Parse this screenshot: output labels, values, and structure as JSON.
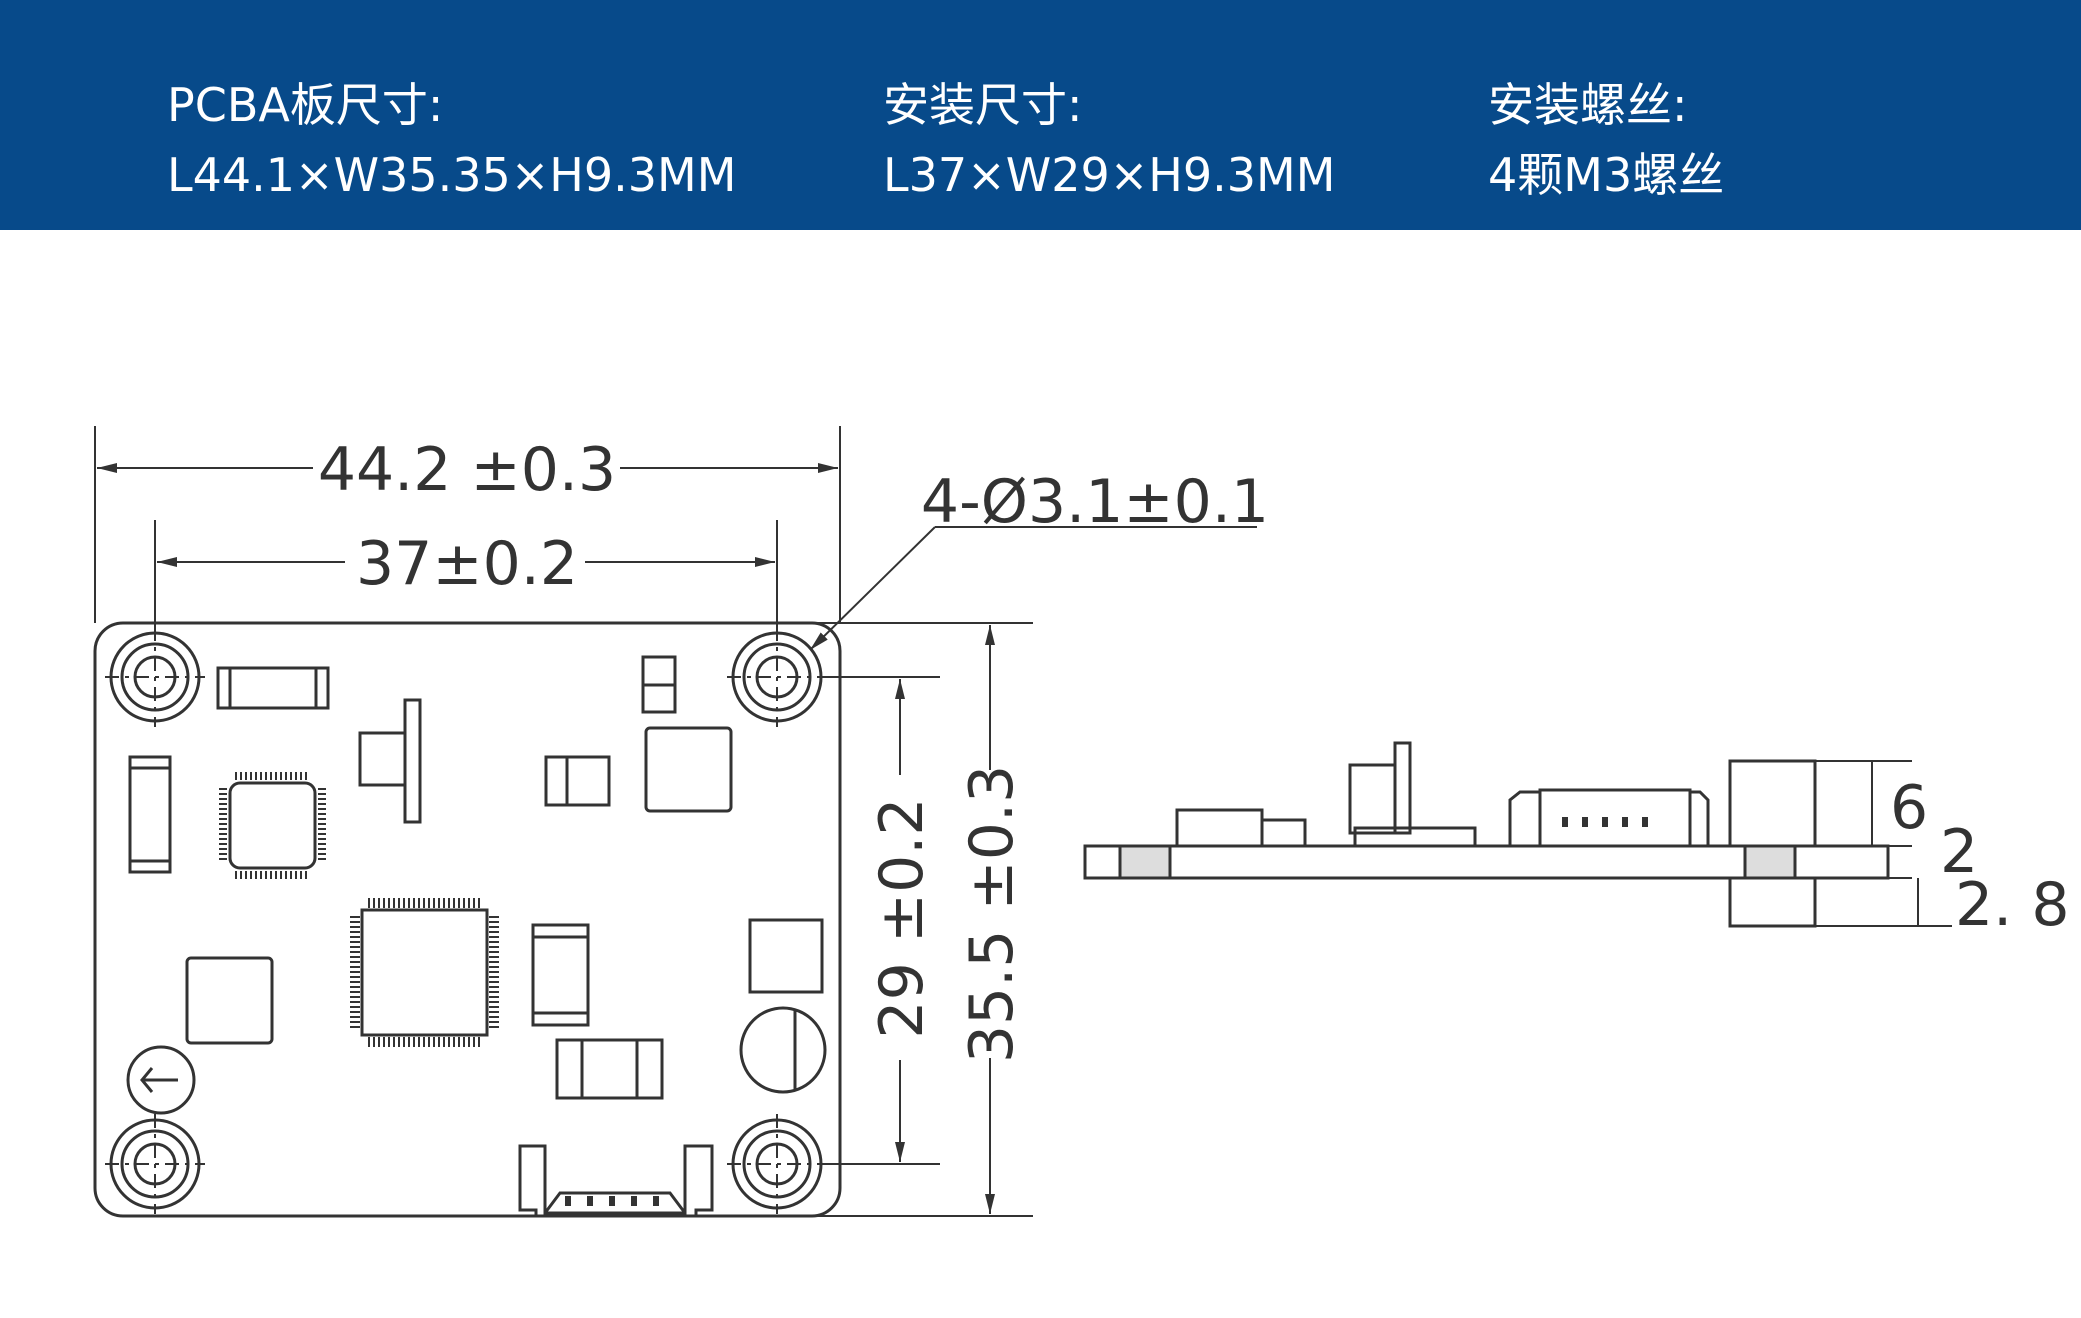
{
  "header": {
    "specs": [
      {
        "label": "PCBA板尺寸:",
        "value": "L44.1×W35.35×H9.3MM"
      },
      {
        "label": "安装尺寸:",
        "value": "L37×W29×H9.3MM"
      },
      {
        "label": "安装螺丝:",
        "value": "4颗M3螺丝"
      }
    ]
  },
  "drawing": {
    "top_view": {
      "board_length_dim": "44.2 ±0.3",
      "mount_length_dim": "37±0.2",
      "hole_dim": "4-Ø3.1±0.1",
      "mount_width_dim": "29 ±0.2",
      "board_width_dim": "35.5 ±0.3"
    },
    "side_view": {
      "component_height": "6",
      "board_thickness": "2",
      "bottom_height": "2. 8"
    }
  },
  "colors": {
    "header_bg": "#074a8a",
    "line": "#333333",
    "text_on_header": "#ffffff"
  }
}
